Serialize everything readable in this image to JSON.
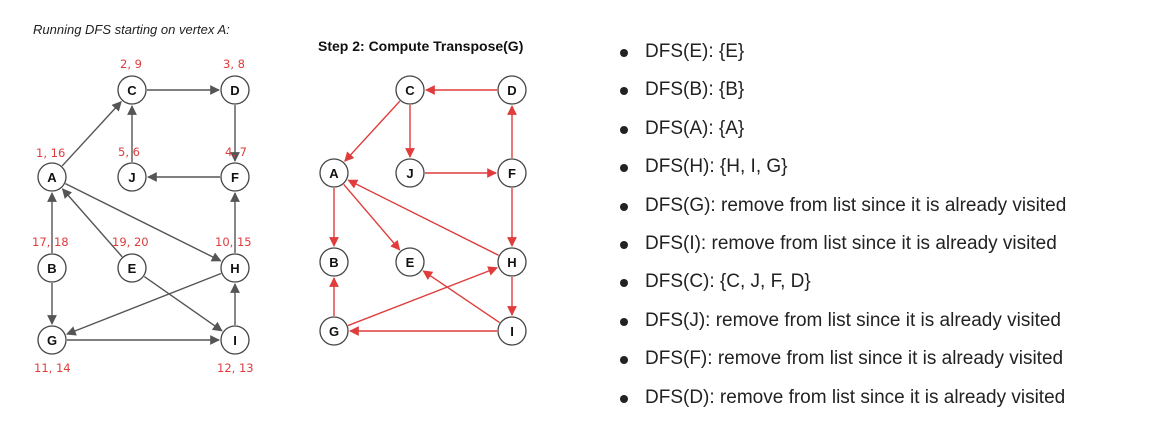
{
  "left_caption": "Running DFS starting on vertex A:",
  "step_title": "Step 2: Compute Transpose(G)",
  "colors": {
    "edge_original": "#555555",
    "edge_transpose": "#e03c3c",
    "timestamp": "#e03c3c"
  },
  "original_graph": {
    "nodes": [
      {
        "id": "C",
        "label": "C",
        "times": "2, 9"
      },
      {
        "id": "D",
        "label": "D",
        "times": "3, 8"
      },
      {
        "id": "A",
        "label": "A",
        "times": "1, 16"
      },
      {
        "id": "J",
        "label": "J",
        "times": "5, 6"
      },
      {
        "id": "F",
        "label": "F",
        "times": "4, 7"
      },
      {
        "id": "B",
        "label": "B",
        "times": "17, 18"
      },
      {
        "id": "E",
        "label": "E",
        "times": "19, 20"
      },
      {
        "id": "H",
        "label": "H",
        "times": "10, 15"
      },
      {
        "id": "G",
        "label": "G",
        "times": "11, 14"
      },
      {
        "id": "I",
        "label": "I",
        "times": "12, 13"
      }
    ],
    "edges": [
      [
        "C",
        "D"
      ],
      [
        "A",
        "C"
      ],
      [
        "J",
        "C"
      ],
      [
        "D",
        "F"
      ],
      [
        "F",
        "J"
      ],
      [
        "B",
        "A"
      ],
      [
        "E",
        "A"
      ],
      [
        "A",
        "H"
      ],
      [
        "H",
        "F"
      ],
      [
        "H",
        "G"
      ],
      [
        "B",
        "G"
      ],
      [
        "E",
        "I"
      ],
      [
        "G",
        "I"
      ],
      [
        "I",
        "H"
      ]
    ]
  },
  "transpose_graph": {
    "nodes": [
      {
        "id": "C",
        "label": "C"
      },
      {
        "id": "D",
        "label": "D"
      },
      {
        "id": "A",
        "label": "A"
      },
      {
        "id": "J",
        "label": "J"
      },
      {
        "id": "F",
        "label": "F"
      },
      {
        "id": "B",
        "label": "B"
      },
      {
        "id": "E",
        "label": "E"
      },
      {
        "id": "H",
        "label": "H"
      },
      {
        "id": "G",
        "label": "G"
      },
      {
        "id": "I",
        "label": "I"
      }
    ],
    "edges": [
      [
        "D",
        "C"
      ],
      [
        "C",
        "A"
      ],
      [
        "C",
        "J"
      ],
      [
        "F",
        "D"
      ],
      [
        "J",
        "F"
      ],
      [
        "A",
        "B"
      ],
      [
        "A",
        "E"
      ],
      [
        "H",
        "A"
      ],
      [
        "F",
        "H"
      ],
      [
        "G",
        "H"
      ],
      [
        "G",
        "B"
      ],
      [
        "I",
        "E"
      ],
      [
        "I",
        "G"
      ],
      [
        "H",
        "I"
      ]
    ]
  },
  "dfs_steps": [
    "DFS(E): {E}",
    "DFS(B): {B}",
    "DFS(A): {A}",
    "DFS(H): {H, I, G}",
    "DFS(G): remove from list since it is already visited",
    "DFS(I): remove from list since it is already visited",
    "DFS(C): {C, J, F, D}",
    "DFS(J): remove from list since it is already visited",
    "DFS(F): remove from list since it is already visited",
    "DFS(D): remove from list since it is already visited"
  ]
}
